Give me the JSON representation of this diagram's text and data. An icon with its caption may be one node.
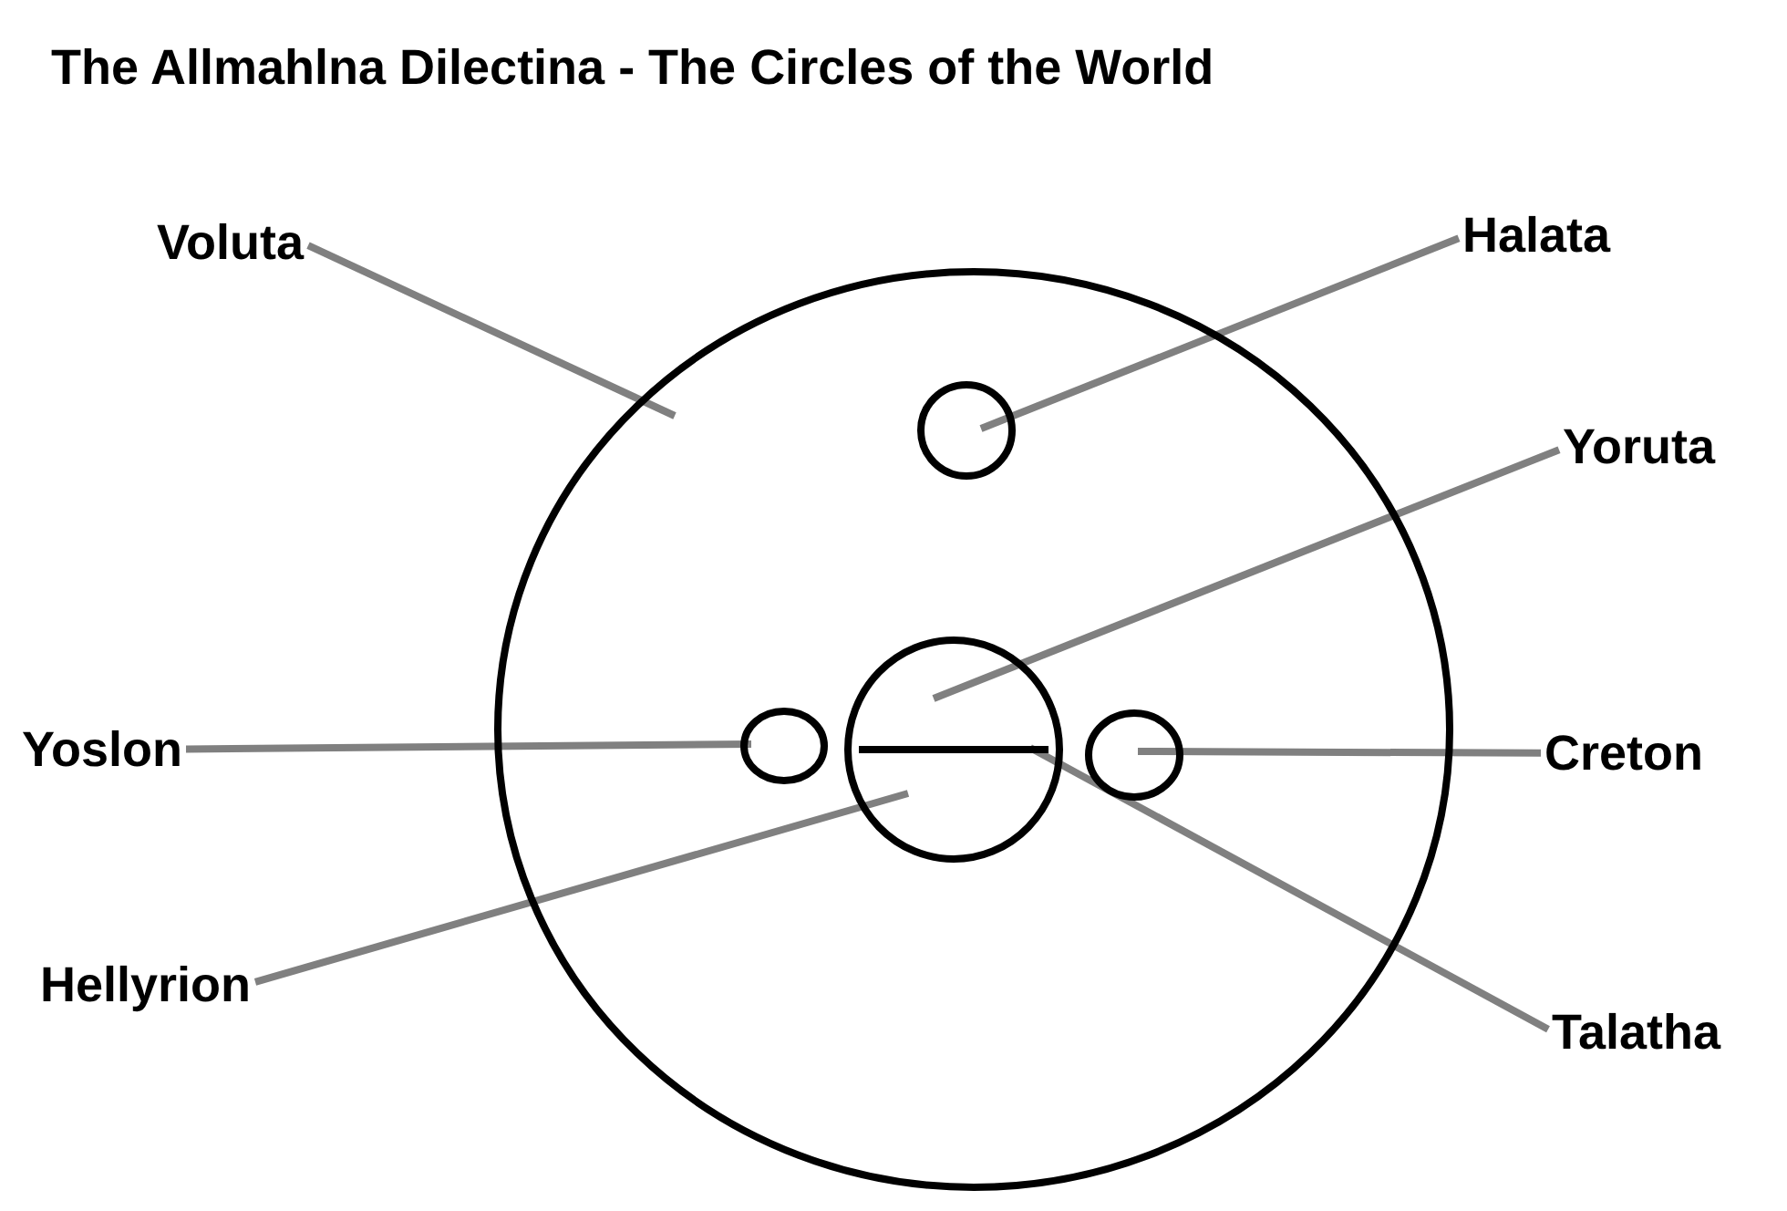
{
  "diagram": {
    "title": "The Allmahlna Dilectina - The Circles of the World",
    "nodes": [
      {
        "text": [
          "Voluta"
        ]
      },
      {
        "text": [
          "Halata"
        ]
      },
      {
        "text": [
          "Yoruta"
        ]
      },
      {
        "text": [
          "Yoslon"
        ]
      },
      {
        "text": [
          "Creton"
        ]
      },
      {
        "text": [
          "Hellyrion"
        ]
      },
      {
        "text": [
          "Talatha"
        ]
      },
      {
        "text": [],
        "shape": "circle"
      },
      {
        "text": [],
        "shape": "circle",
        "in": 7
      },
      {
        "text": [],
        "shape": "circle",
        "in": 7
      },
      {
        "text": [],
        "shape": "circle",
        "in": 7
      },
      {
        "text": [],
        "shape": "circle",
        "in": 7
      },
      {
        "text": [],
        "shape": "line",
        "in": 10
      }
    ],
    "edges": [
      {
        "from": 0,
        "to": 7,
        "arrow": "none"
      },
      {
        "from": 1,
        "to": 8,
        "arrow": "none"
      },
      {
        "from": 2,
        "to": 10,
        "arrow": "none"
      },
      {
        "from": 3,
        "to": 9,
        "arrow": "none"
      },
      {
        "from": 4,
        "to": 11,
        "arrow": "none"
      },
      {
        "from": 5,
        "to": 10,
        "arrow": "none"
      },
      {
        "from": 6,
        "to": 12,
        "arrow": "none"
      }
    ]
  }
}
